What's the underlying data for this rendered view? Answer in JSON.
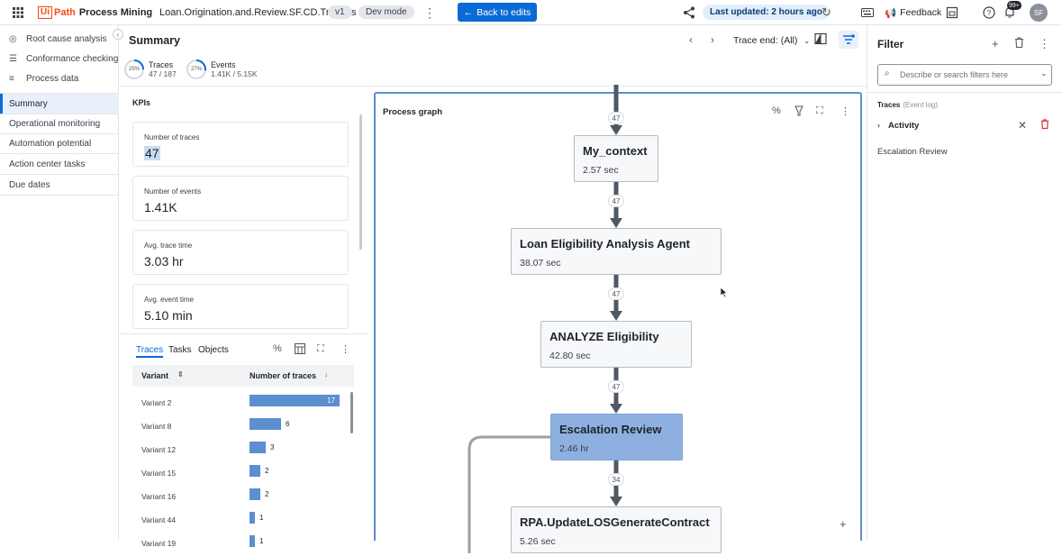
{
  "topbar": {
    "logo_ui": "Ui",
    "logo_path": "Path",
    "product": "Process Mining",
    "process_name": "Loan.Origination.and.Review.SF.CD.Triggers",
    "version": "v1",
    "mode": "Dev mode",
    "back_label": "Back to edits",
    "last_updated": "Last updated: 2 hours ago",
    "feedback": "Feedback",
    "notifications": "99+",
    "avatar_initials": "SF"
  },
  "nav": {
    "top_items": [
      {
        "label": "Root cause analysis",
        "icon": "root-cause-icon"
      },
      {
        "label": "Conformance checking",
        "icon": "conformance-icon"
      },
      {
        "label": "Process data",
        "icon": "process-data-icon"
      }
    ],
    "items": [
      "Summary",
      "Operational monitoring",
      "Automation potential",
      "Action center tasks",
      "Due dates"
    ],
    "active": "Summary"
  },
  "summary": {
    "title": "Summary",
    "trace_end": "Trace end: (All)",
    "stats": [
      {
        "label": "Traces",
        "value": "47 / 187",
        "pct": "25%",
        "fraction": 0.25
      },
      {
        "label": "Events",
        "value": "1.41K / 5.15K",
        "pct": "27%",
        "fraction": 0.27
      }
    ]
  },
  "kpis": {
    "heading": "KPIs",
    "cards": [
      {
        "label": "Number of traces",
        "value": "47"
      },
      {
        "label": "Number of events",
        "value": "1.41K"
      },
      {
        "label": "Avg. trace time",
        "value": "3.03 hr"
      },
      {
        "label": "Avg. event time",
        "value": "5.10 min"
      }
    ]
  },
  "traces_table": {
    "tabs": [
      "Traces",
      "Tasks",
      "Objects"
    ],
    "active_tab": "Traces",
    "columns": [
      "Variant",
      "Number of traces"
    ],
    "max": 17,
    "rows": [
      {
        "variant": "Variant 2",
        "count": 17
      },
      {
        "variant": "Variant 8",
        "count": 6
      },
      {
        "variant": "Variant 12",
        "count": 3
      },
      {
        "variant": "Variant 15",
        "count": 2
      },
      {
        "variant": "Variant 16",
        "count": 2
      },
      {
        "variant": "Variant 44",
        "count": 1
      },
      {
        "variant": "Variant 19",
        "count": 1
      }
    ]
  },
  "graph": {
    "title": "Process graph",
    "nodes": [
      {
        "title": "My_context",
        "duration": "2.57 sec",
        "highlighted": false
      },
      {
        "title": "Loan Eligibility Analysis Agent",
        "duration": "38.07 sec",
        "highlighted": false
      },
      {
        "title": "ANALYZE Eligibility",
        "duration": "42.80 sec",
        "highlighted": false
      },
      {
        "title": "Escalation Review",
        "duration": "2.46 hr",
        "highlighted": true
      },
      {
        "title": "RPA.UpdateLOSGenerateContract",
        "duration": "5.26 sec",
        "highlighted": false
      }
    ],
    "edges": [
      "47",
      "47",
      "47",
      "47",
      "34"
    ]
  },
  "filter": {
    "title": "Filter",
    "search_placeholder": "Describe or search filters here",
    "section": "Traces",
    "section_sub": "(Event log)",
    "group": "Activity",
    "value": "Escalation Review"
  },
  "colors": {
    "accent": "#0b6bd6",
    "bar": "#5b8fd0",
    "highlight_node": "#8eb0e0",
    "delete": "#d6303f"
  }
}
